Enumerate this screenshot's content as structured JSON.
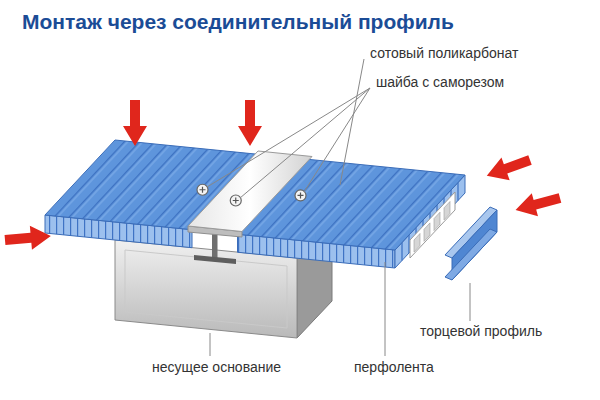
{
  "diagram": {
    "title": "Монтаж через соединительный профиль",
    "labels": [
      "сотовый поликарбонат",
      "шайба с саморезом",
      "торцевой профиль",
      "перфолента",
      "несущее основание"
    ]
  }
}
